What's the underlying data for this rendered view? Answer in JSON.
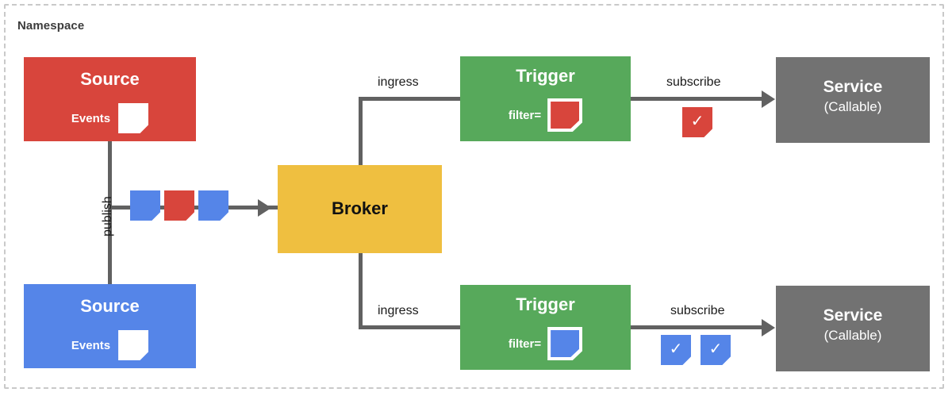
{
  "diagram": {
    "type": "flow",
    "namespace_label": "Namespace",
    "colors": {
      "red": "#D8453C",
      "blue": "#5585E8",
      "green": "#57A95B",
      "yellow": "#EFBF40",
      "gray": "#727272",
      "line": "#616161",
      "namespace_border": "#c9c9c9",
      "background": "#ffffff"
    }
  },
  "nodes": {
    "source_red": {
      "title": "Source",
      "events_label": "Events",
      "color": "#D8453C",
      "event_card_color": "white"
    },
    "source_blue": {
      "title": "Source",
      "events_label": "Events",
      "color": "#5585E8",
      "event_card_color": "white"
    },
    "broker": {
      "title": "Broker",
      "color": "#EFBF40"
    },
    "trigger_top": {
      "title": "Trigger",
      "filter_label": "filter=",
      "filter_color": "red",
      "color": "#57A95B"
    },
    "trigger_bottom": {
      "title": "Trigger",
      "filter_label": "filter=",
      "filter_color": "blue",
      "color": "#57A95B"
    },
    "service_top": {
      "title": "Service",
      "subtitle": "(Callable)",
      "color": "#727272"
    },
    "service_bottom": {
      "title": "Service",
      "subtitle": "(Callable)",
      "color": "#727272"
    }
  },
  "edges": {
    "publish": {
      "label": "publish"
    },
    "ingress_top": {
      "label": "ingress"
    },
    "ingress_bottom": {
      "label": "ingress"
    },
    "subscribe_top": {
      "label": "subscribe"
    },
    "subscribe_bottom": {
      "label": "subscribe"
    }
  },
  "event_stream": {
    "items": [
      "blue",
      "red",
      "blue"
    ]
  },
  "delivered": {
    "top": [
      "red"
    ],
    "bottom": [
      "blue",
      "blue"
    ]
  },
  "glyphs": {
    "check": "✓"
  }
}
